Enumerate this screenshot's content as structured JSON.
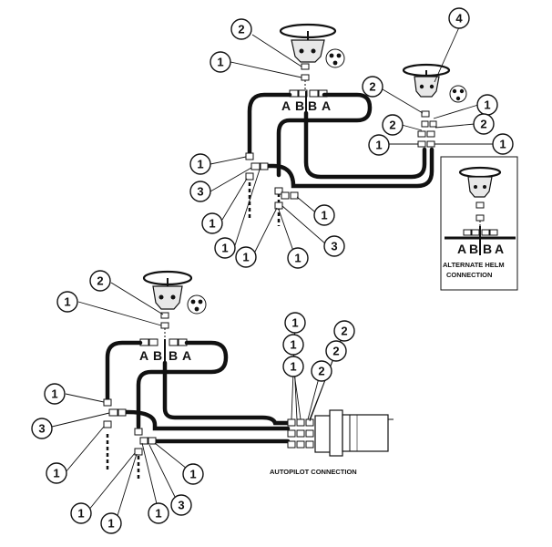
{
  "callout_numbers": [
    "1",
    "2",
    "3",
    "4"
  ],
  "port_letters": {
    "top": [
      "A",
      "B",
      "B",
      "A"
    ],
    "alternate": [
      "A",
      "B",
      "B",
      "A"
    ],
    "bottom": [
      "A",
      "B",
      "B",
      "A"
    ]
  },
  "captions": {
    "alternate_line1": "ALTERNATE HELM",
    "alternate_line2": "CONNECTION",
    "autopilot": "AUTOPILOT CONNECTION"
  }
}
